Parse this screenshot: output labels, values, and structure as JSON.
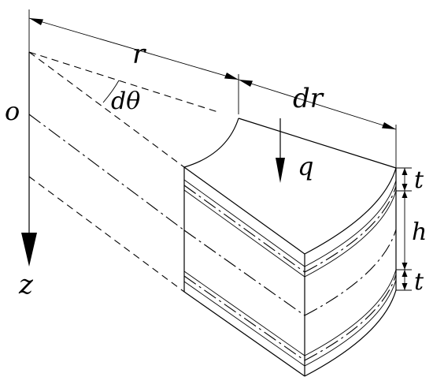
{
  "diagram": {
    "labels": {
      "r": "r",
      "dr": "dr",
      "dtheta": "dθ",
      "o": "o",
      "z": "z",
      "q": "q",
      "t_top": "t",
      "h": "h",
      "t_bottom": "t"
    }
  }
}
